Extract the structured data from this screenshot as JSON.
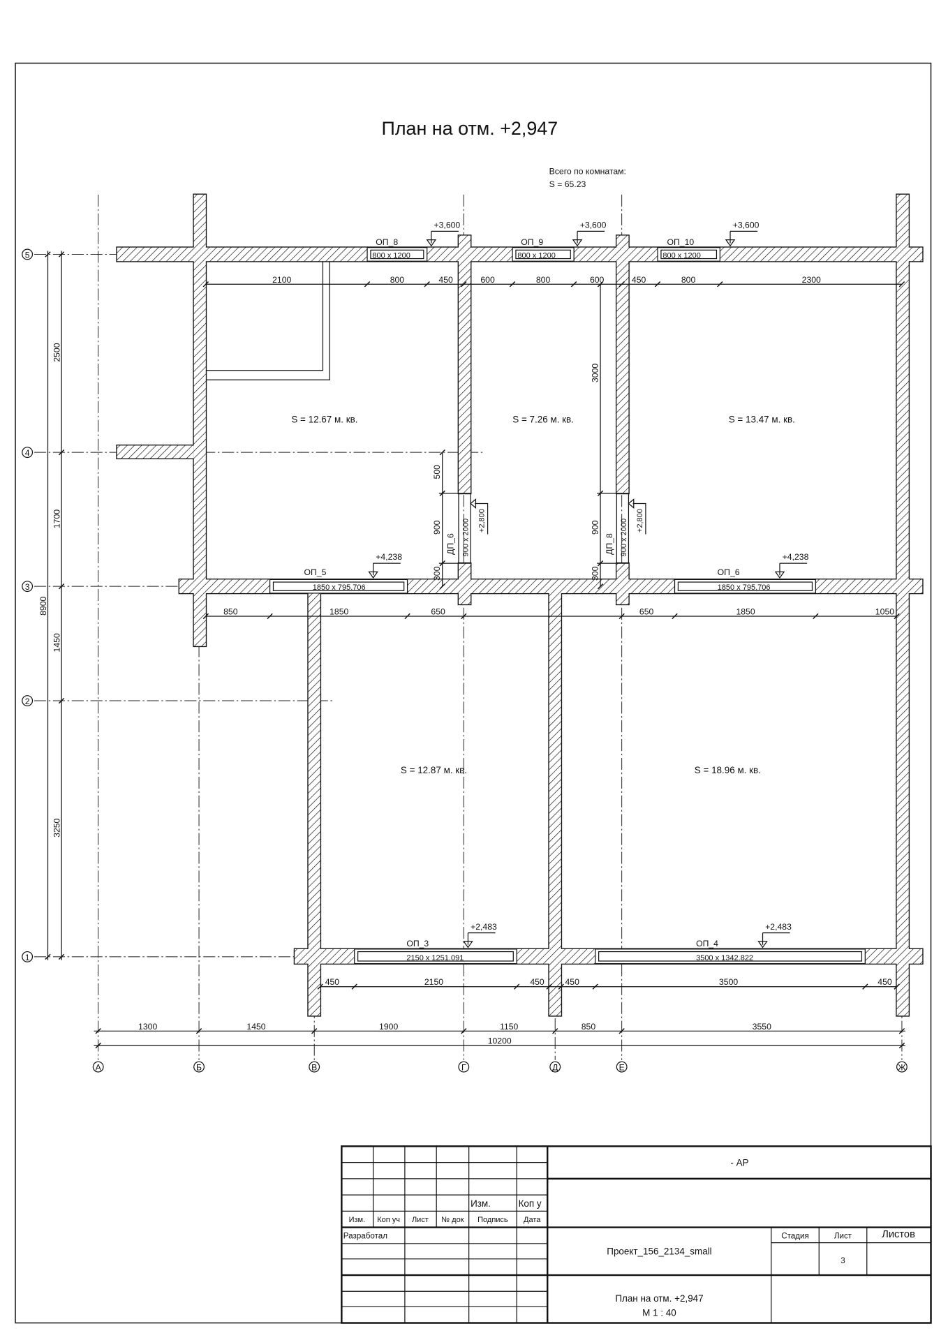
{
  "title": "План на отм. +2,947",
  "summary": {
    "label": "Всего по комнатам:",
    "value": "S  =  65.23"
  },
  "rooms": [
    "S  =  12.67 м. кв.",
    "S  =  7.26 м. кв.",
    "S  =  13.47 м. кв.",
    "S  =  12.87 м. кв.",
    "S  =  18.96 м. кв."
  ],
  "windows": [
    {
      "id": "ОП_8",
      "size": "800 x 1200",
      "level": "+3,600"
    },
    {
      "id": "ОП_9",
      "size": "800 x 1200",
      "level": "+3,600"
    },
    {
      "id": "ОП_10",
      "size": "800 x 1200",
      "level": "+3,600"
    },
    {
      "id": "ОП_5",
      "size": "1850 x 795.706",
      "level": "+4,238"
    },
    {
      "id": "ОП_6",
      "size": "1850 x 795.706",
      "level": "+4,238"
    },
    {
      "id": "ОП_3",
      "size": "2150 x 1251.091",
      "level": "+2,483"
    },
    {
      "id": "ОП_4",
      "size": "3500 x 1342.822",
      "level": "+2,483"
    }
  ],
  "doors": [
    {
      "id": "ДП_6",
      "size": "900 x 2000",
      "level": "+2,800"
    },
    {
      "id": "ДП_8",
      "size": "900 x 2000",
      "level": "+2,800"
    }
  ],
  "dims": {
    "top": [
      "2100",
      "800",
      "450",
      "600",
      "800",
      "600",
      "450",
      "800",
      "2300"
    ],
    "row3": [
      "850",
      "1850",
      "650",
      "650",
      "1850",
      "1050"
    ],
    "bottom": [
      "450",
      "2150",
      "450",
      "450",
      "3500",
      "450"
    ],
    "axes": [
      "1300",
      "1450",
      "1900",
      "1150",
      "850",
      "3550"
    ],
    "total_x": "10200",
    "left": [
      "2500",
      "1700",
      "1450",
      "3250"
    ],
    "total_y": "8900",
    "wall_g": [
      "500",
      "900",
      "300"
    ],
    "wall_e": [
      "3000",
      "900",
      "300"
    ]
  },
  "axes": {
    "letters": [
      "А",
      "Б",
      "В",
      "Г",
      "Д",
      "Е",
      "Ж"
    ],
    "numbers": [
      "5",
      "4",
      "3",
      "2",
      "1"
    ]
  },
  "title_block": {
    "code": "- АР",
    "col_izm_top": "Изм.",
    "col_kolu_top": "Коп у",
    "headers": [
      "Изм.",
      "Коп уч",
      "Лист",
      "№ док",
      "Подпись",
      "Дата"
    ],
    "developed": "Разработал",
    "project": "Проект_156_2134_small",
    "stage_label": "Стадия",
    "sheet_label": "Лист",
    "sheets_label": "Листов",
    "sheet": "3",
    "sheet_title": "План на отм. +2,947",
    "scale": "М 1 : 40"
  }
}
